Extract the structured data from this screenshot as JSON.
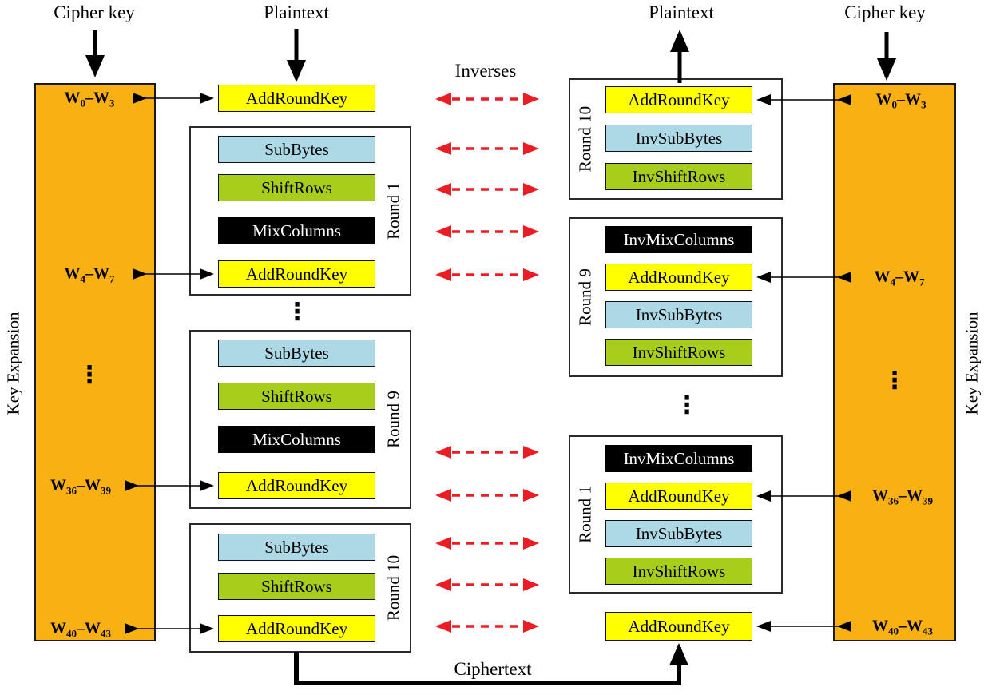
{
  "colors": {
    "key_expansion_orange": "#F9B013",
    "add_round_key_yellow": "#FFFF00",
    "sub_bytes_blue": "#ADD8E6",
    "shift_rows_green": "#A8CD1A",
    "mix_columns_black": "#000000",
    "inverse_arrow_red": "#EC1C24"
  },
  "center": {
    "inverses": "Inverses",
    "ciphertext": "Ciphertext",
    "dots": "⋮"
  },
  "left": {
    "cipher_key": "Cipher key",
    "plaintext": "Plaintext",
    "key_expansion": "Key Expansion",
    "initial_step": "AddRoundKey",
    "rounds": [
      {
        "name": "Round 1",
        "steps": [
          "SubBytes",
          "ShiftRows",
          "MixColumns",
          "AddRoundKey"
        ]
      },
      {
        "name": "Round 9",
        "steps": [
          "SubBytes",
          "ShiftRows",
          "MixColumns",
          "AddRoundKey"
        ]
      },
      {
        "name": "Round 10",
        "steps": [
          "SubBytes",
          "ShiftRows",
          "AddRoundKey"
        ]
      }
    ],
    "key_words": [
      {
        "p": "W",
        "ps": "0",
        "sep": "–",
        "q": "W",
        "qs": "3"
      },
      {
        "p": "W",
        "ps": "4",
        "sep": "–",
        "q": "W",
        "qs": "7"
      },
      {
        "p": "W",
        "ps": "36",
        "sep": "–",
        "q": "W",
        "qs": "39"
      },
      {
        "p": "W",
        "ps": "40",
        "sep": "–",
        "q": "W",
        "qs": "43"
      }
    ]
  },
  "right": {
    "cipher_key": "Cipher key",
    "plaintext": "Plaintext",
    "key_expansion": "Key Expansion",
    "final_step": "AddRoundKey",
    "rounds": [
      {
        "name": "Round 10",
        "steps": [
          "AddRoundKey",
          "InvSubBytes",
          "InvShiftRows"
        ]
      },
      {
        "name": "Round 9",
        "steps": [
          "InvMixColumns",
          "AddRoundKey",
          "InvSubBytes",
          "InvShiftRows"
        ]
      },
      {
        "name": "Round 1",
        "steps": [
          "InvMixColumns",
          "AddRoundKey",
          "InvSubBytes",
          "InvShiftRows"
        ]
      }
    ],
    "key_words": [
      {
        "p": "W",
        "ps": "0",
        "sep": "–",
        "q": "W",
        "qs": "3"
      },
      {
        "p": "W",
        "ps": "4",
        "sep": "–",
        "q": "W",
        "qs": "7"
      },
      {
        "p": "W",
        "ps": "36",
        "sep": "–",
        "q": "W",
        "qs": "39"
      },
      {
        "p": "W",
        "ps": "40",
        "sep": "–",
        "q": "W",
        "qs": "43"
      }
    ]
  }
}
